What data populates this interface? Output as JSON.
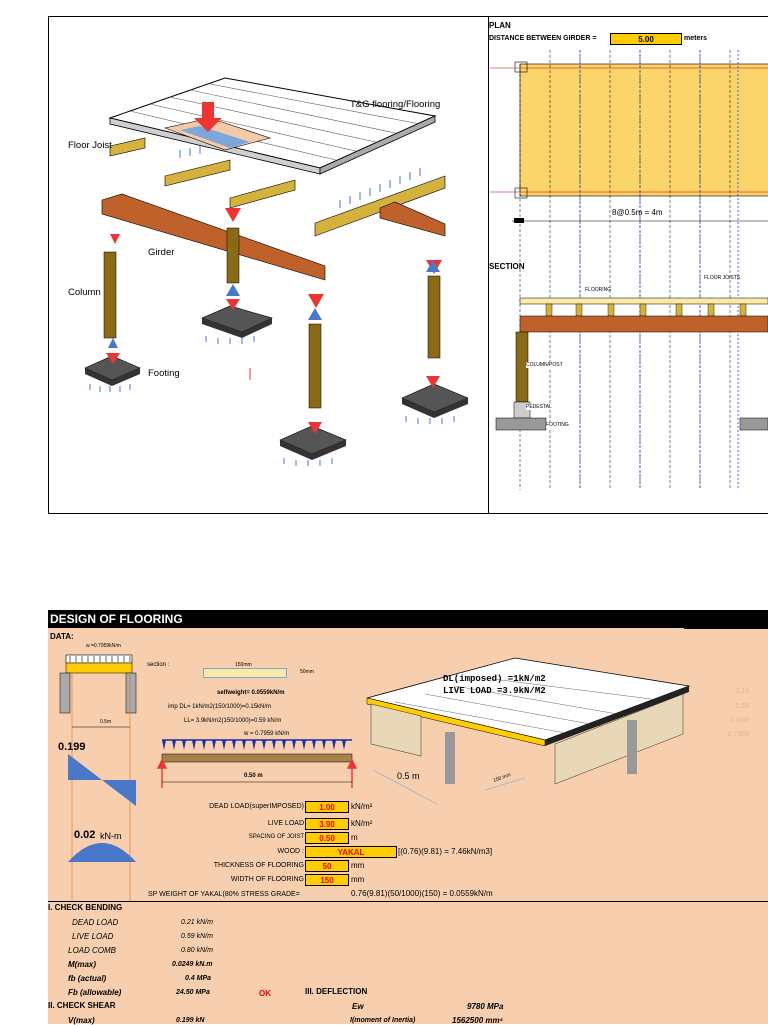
{
  "drawing": {
    "labels": {
      "flooring": "T&G flooring/Flooring",
      "floor_joist": "Floor Joist",
      "girder": "Girder",
      "column": "Column",
      "footing": "Footing"
    }
  },
  "plan": {
    "title": "PLAN",
    "distance_label": "DISTANCE BETWEEN GIRDER =",
    "distance_value": "5.00",
    "distance_unit": "meters",
    "dimension_text": "8@0.5m =  4m",
    "section_title": "SECTION",
    "section_labels": {
      "flooring": "FLOORING",
      "floor_joists": "FLOOR JOISTS",
      "column": "COLUMN/POST",
      "pedestal": "PEDESTAL",
      "footing": "FOOTING"
    }
  },
  "sheet": {
    "title": "DESIGN OF FLOORING",
    "data_label": "DATA:",
    "load_top": "w =0.7959kN/m",
    "span_small": "0.5m",
    "shear_value": "0.199",
    "moment_value": "0.02",
    "moment_unit": "kN-m",
    "section_label": "section :",
    "section_width": "150mm",
    "section_thickness": "50mm",
    "selfweight": "selfweight= 0.0559kN/m",
    "imp_dl": "imp DL= 1kN/m2(150/1000)=0.15kN/m",
    "ll": "LL= 3.9kN/m2(150/1000)=0.59 kN/m",
    "w_beam": "w = 0.7959 kN/m",
    "span_beam": "0.50 m",
    "callout_dl": "DL(imposed) =1kN/m2",
    "callout_ll": "LIVE LOAD =3.9kN/M2",
    "span_3d": "0.5 m",
    "width_3d": "150 mm",
    "side_values": [
      "0.15",
      "0.59",
      "0.0559",
      "0.7959"
    ],
    "inputs": [
      {
        "label": "DEAD LOAD(superIMPOSED)",
        "value": "1.00",
        "unit": "kN/m²"
      },
      {
        "label": "LIVE LOAD",
        "value": "3.90",
        "unit": "kN/m²"
      },
      {
        "label": "SPACING OF JOIST",
        "value": "0.50",
        "unit": "m"
      },
      {
        "label": "WOOD :",
        "value": "YAKAL",
        "unit": "[(0.76)(9.81) = 7.46kN/m3]"
      },
      {
        "label": "THICKNESS OF FLOORING",
        "value": "50",
        "unit": "mm"
      },
      {
        "label": "WIDTH OF FLOORING",
        "value": "150",
        "unit": "mm"
      }
    ],
    "sp_weight_label": "SP WEIGHT OF YAKAL(80% STRESS GRADE=",
    "sp_weight_value": "0.76(9.81)(50/1000)(150)  = 0.0559kN/m",
    "bending": {
      "title": "I. CHECK BENDING",
      "rows": [
        {
          "label": "DEAD LOAD",
          "value": "0.21 kN/m"
        },
        {
          "label": "LIVE LOAD",
          "value": "0.59 kN/m"
        },
        {
          "label": "LOAD COMB",
          "value": "0.80 kN/m"
        },
        {
          "label": "M(max)",
          "value": "0.0249 kN.m"
        },
        {
          "label": "fb (actual)",
          "value": "0.4 MPa"
        },
        {
          "label": "Fb (allowable)",
          "value": "24.50 MPa"
        }
      ],
      "status": "OK"
    },
    "shear": {
      "title": "II. CHECK SHEAR",
      "vmax_label": "V(max)",
      "vmax_value": "0.199 kN"
    },
    "deflection": {
      "title": "III. DEFLECTION",
      "ew_label": "Ew",
      "ew_value": "9780 MPa",
      "i_label": "I(moment of Inertia)",
      "i_value": "1562500 mm⁴"
    }
  }
}
